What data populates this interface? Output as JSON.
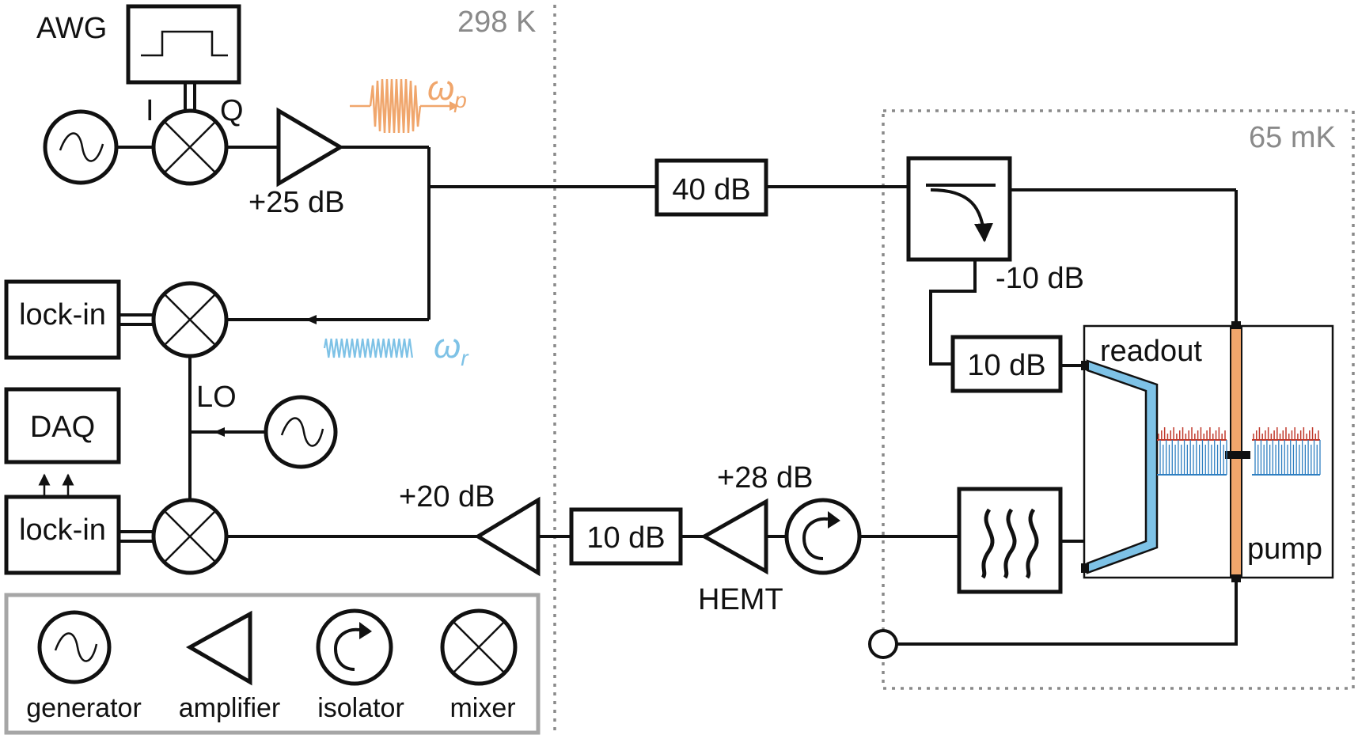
{
  "temperatures": {
    "room": "298 K",
    "cold": "65 mK"
  },
  "instruments": {
    "awg": "AWG",
    "lockin_top": "lock-in",
    "lockin_bottom": "lock-in",
    "daq": "DAQ"
  },
  "iq": {
    "i": "I",
    "q": "Q"
  },
  "lo_label": "LO",
  "signals": {
    "pump": "ωp",
    "pump_main": "ω",
    "pump_sub": "p",
    "readout_main": "ω",
    "readout_sub": "r"
  },
  "gains": {
    "pump_amp": "+25 dB",
    "room_amp": "+20 dB",
    "hemt_amp": "+28 dB",
    "hemt_name": "HEMT"
  },
  "attenuators": {
    "main": "40 dB",
    "coupler": "-10 dB",
    "cold": "10 dB",
    "output": "10 dB"
  },
  "device": {
    "readout": "readout",
    "pump": "pump"
  },
  "legend": {
    "generator": "generator",
    "amplifier": "amplifier",
    "isolator": "isolator",
    "mixer": "mixer"
  },
  "colors": {
    "pump": "#f0a66c",
    "readout": "#7ec2e6",
    "temp_label": "#8a8a8a",
    "legend_border": "#a6a6a6",
    "comb_red": "#c0392b",
    "comb_blue": "#2f7fc1"
  },
  "icons": [
    "generator-icon",
    "amplifier-icon",
    "isolator-icon",
    "mixer-icon",
    "filter-icon",
    "coupler-icon"
  ]
}
